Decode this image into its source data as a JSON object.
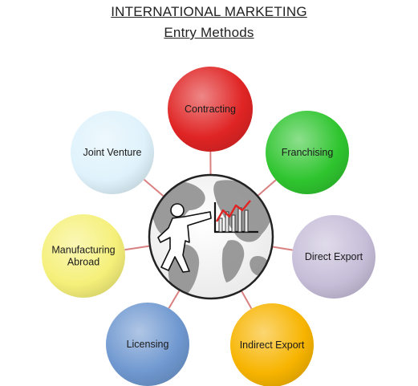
{
  "title": "INTERNATIONAL MARKETING",
  "subtitle": "Entry Methods",
  "hub": {
    "icon": "globe-with-businessman-and-rising-chart-icon"
  },
  "methods": [
    {
      "label": [
        "Contracting"
      ],
      "color": "#e02424"
    },
    {
      "label": [
        "Franchising"
      ],
      "color": "#2fc52f"
    },
    {
      "label": [
        "Direct Export"
      ],
      "color": "#c6bdd8"
    },
    {
      "label": [
        "Indirect Export"
      ],
      "color": "#f7b400"
    },
    {
      "label": [
        "Licensing"
      ],
      "color": "#6f98d0"
    },
    {
      "label": [
        "Manufacturing",
        "Abroad"
      ],
      "color": "#f5f07a"
    },
    {
      "label": [
        "Joint Venture"
      ],
      "color": "#dff2fb"
    }
  ],
  "connector_color": "#d98080"
}
